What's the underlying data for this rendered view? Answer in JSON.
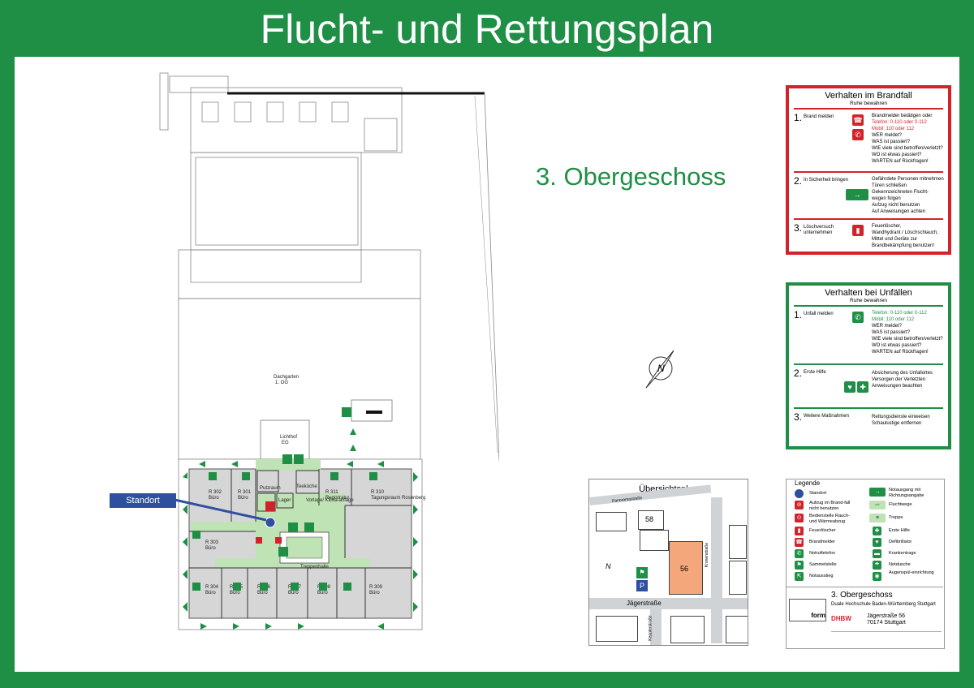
{
  "header": {
    "title": "Flucht- und Rettungsplan"
  },
  "floor": {
    "label": "3. Obergeschoss"
  },
  "standort": {
    "label": "Standort"
  },
  "colors": {
    "green": "#1f8f46",
    "red": "#d3232a",
    "blue": "#2f4f9f",
    "orange": "#f4a77a"
  },
  "plan": {
    "roof": "Dachgarten",
    "roof_sub": "1. OG",
    "light": "Lichthof",
    "light_sub": "EG",
    "rooms": [
      {
        "id": "R 302",
        "use": "Büro"
      },
      {
        "id": "R 301",
        "use": "Büro"
      },
      {
        "id": "R 311",
        "use": "Registratur"
      },
      {
        "id": "R 310",
        "use": "Tagungsraum Rosenberg"
      },
      {
        "id": "R 303",
        "use": "Büro"
      },
      {
        "id": "R 304",
        "use": "Büro"
      },
      {
        "id": "R 305",
        "use": "Büro"
      },
      {
        "id": "R 306",
        "use": "Büro"
      },
      {
        "id": "R 307",
        "use": "Büro"
      },
      {
        "id": "R 308",
        "use": "Büro"
      },
      {
        "id": "R 309",
        "use": "Büro"
      }
    ],
    "putz": "Putzraum",
    "tee": "Teeküche",
    "lager": "Lager",
    "treppe": "Treppenhalle",
    "vorlage": "Vorlage/ Klima-anlage"
  },
  "brand": {
    "title": "Verhalten im Brandfall",
    "sub": "Ruhe bewahren",
    "s1_label": "Brand melden",
    "s1_lines": [
      "Brandmelder betätigen oder",
      "Telefon:    0-110 oder 0-112",
      "Mobil:        110 oder 112",
      "",
      "WER meldet?",
      "WAS ist passiert?",
      "WIE viele sind betroffen/verletzt?",
      "WO ist etwas passiert?",
      "WARTEN auf Rückfragen!"
    ],
    "s2_label": "In Sicherheit bringen",
    "s2_lines": [
      "Gefährdete Personen mitnehmen",
      "Türen schließen",
      "Gekennzeichneten Flucht-",
      "wegen folgen",
      "Aufzug nicht benutzen",
      "Auf Anweisungen achten"
    ],
    "s3_label": "Löschversuch unternehmen",
    "s3_lines": [
      "Feuerlöscher,",
      "Wandhydrant / Löschschlauch,",
      "Mittel und Geräte zur",
      "Brandbekämpfung benutzen!"
    ]
  },
  "unfall": {
    "title": "Verhalten bei Unfällen",
    "sub": "Ruhe bewahren",
    "s1_label": "Unfall melden",
    "s1_lines": [
      "Telefon:    0-110 oder 0-112",
      "Mobil:        110 oder 112",
      "",
      "WER meldet?",
      "WAS ist passiert?",
      "WIE viele sind betroffen/verletzt?",
      "WO ist etwas passiert?",
      "WARTEN auf Rückfragen!"
    ],
    "s2_label": "Erste Hilfe",
    "s2_lines": [
      "Absicherung des Unfallortes",
      "",
      "Versorgen der Verletzten",
      "",
      "Anweisungen beachten"
    ],
    "s3_label": "Weitere Maßnahmen",
    "s3_lines": [
      "Rettungsdienste einweisen",
      "",
      "Schaulustige entfernen"
    ]
  },
  "overview": {
    "title": "Übersichtsplan",
    "building_a": "58",
    "building_b": "56",
    "street_main": "Jägerstraße",
    "street_b": "Kronenstraße",
    "street_c": "Kepplerstraße",
    "street_d": "Panoramastraße",
    "p": "P"
  },
  "legend": {
    "title": "Legende",
    "items_left": [
      "Standort",
      "Aufzug im Brand-fall nicht benutzen",
      "Bedienstelle Rauch- und Wärmeabzug",
      "Feuerlöscher",
      "Brandmelder",
      "Notruftelefon",
      "Sammelstelle",
      "Notausstieg"
    ],
    "items_right": [
      "Notausgang mit Richtungsangabe",
      "Fluchtwege",
      "Treppe",
      "Erste Hilfe",
      "Defibrillator",
      "Krankentrage",
      "Notdusche",
      "Augenspül-einrichtung"
    ]
  },
  "titleblock": {
    "floor": "3. Obergeschoss",
    "org": "Duale Hochschule Baden-Württemberg Stuttgart",
    "address": "Jägerstraße 56",
    "city": "70174 Stuttgart",
    "logo_a": "form",
    "logo_b": "DHBW"
  }
}
